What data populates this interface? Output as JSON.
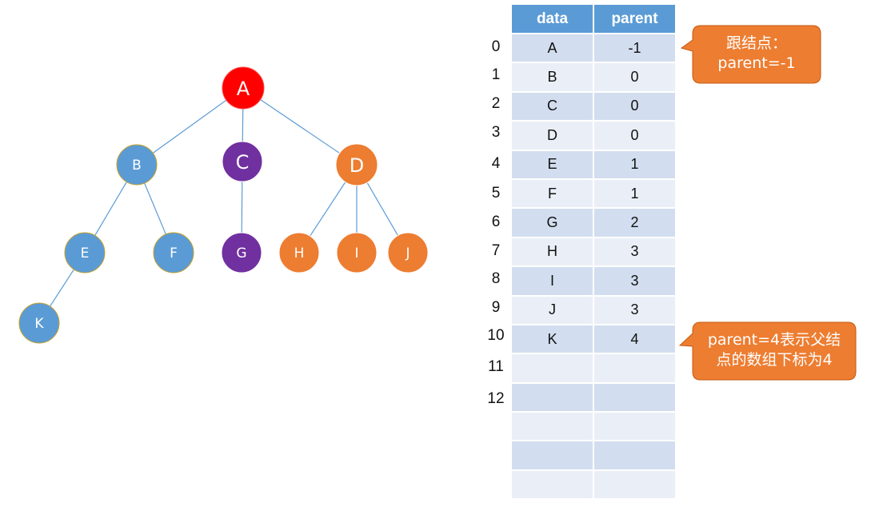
{
  "colors": {
    "red": "#FF0000",
    "purple": "#7030A0",
    "orange": "#ED7D31",
    "blue": "#5B9BD5",
    "edge": "#5B9BD5",
    "header_bg": "#5B9BD5",
    "row_dark": "#D2DEEF",
    "row_light": "#EAEFF7",
    "callout_bg": "#ED7D31"
  },
  "tree": {
    "nodes": [
      {
        "id": "A",
        "label": "A",
        "color": "red"
      },
      {
        "id": "B",
        "label": "B",
        "color": "blue"
      },
      {
        "id": "C",
        "label": "C",
        "color": "purple"
      },
      {
        "id": "D",
        "label": "D",
        "color": "orange"
      },
      {
        "id": "E",
        "label": "E",
        "color": "blue"
      },
      {
        "id": "F",
        "label": "F",
        "color": "blue"
      },
      {
        "id": "G",
        "label": "G",
        "color": "purple"
      },
      {
        "id": "H",
        "label": "H",
        "color": "orange"
      },
      {
        "id": "I",
        "label": "I",
        "color": "orange"
      },
      {
        "id": "J",
        "label": "J",
        "color": "orange"
      },
      {
        "id": "K",
        "label": "K",
        "color": "blue"
      }
    ],
    "edges": [
      [
        "A",
        "B"
      ],
      [
        "A",
        "C"
      ],
      [
        "A",
        "D"
      ],
      [
        "B",
        "E"
      ],
      [
        "B",
        "F"
      ],
      [
        "C",
        "G"
      ],
      [
        "D",
        "H"
      ],
      [
        "D",
        "I"
      ],
      [
        "D",
        "J"
      ],
      [
        "E",
        "K"
      ]
    ]
  },
  "table": {
    "headers": [
      "data",
      "parent"
    ],
    "rows": [
      {
        "index": "0",
        "data": "A",
        "parent": "-1"
      },
      {
        "index": "1",
        "data": "B",
        "parent": "0"
      },
      {
        "index": "2",
        "data": "C",
        "parent": "0"
      },
      {
        "index": "3",
        "data": "D",
        "parent": "0"
      },
      {
        "index": "4",
        "data": "E",
        "parent": "1"
      },
      {
        "index": "5",
        "data": "F",
        "parent": "1"
      },
      {
        "index": "6",
        "data": "G",
        "parent": "2"
      },
      {
        "index": "7",
        "data": "H",
        "parent": "3"
      },
      {
        "index": "8",
        "data": "I",
        "parent": "3"
      },
      {
        "index": "9",
        "data": "J",
        "parent": "3"
      },
      {
        "index": "10",
        "data": "K",
        "parent": "4"
      },
      {
        "index": "11",
        "data": "",
        "parent": ""
      },
      {
        "index": "12",
        "data": "",
        "parent": ""
      },
      {
        "index": "",
        "data": "",
        "parent": ""
      },
      {
        "index": "",
        "data": "",
        "parent": ""
      },
      {
        "index": "",
        "data": "",
        "parent": ""
      }
    ]
  },
  "callouts": [
    {
      "lines": [
        "跟结点：",
        "parent=-1"
      ]
    },
    {
      "lines": [
        "parent=4表示父结",
        "点的数组下标为4"
      ]
    }
  ]
}
